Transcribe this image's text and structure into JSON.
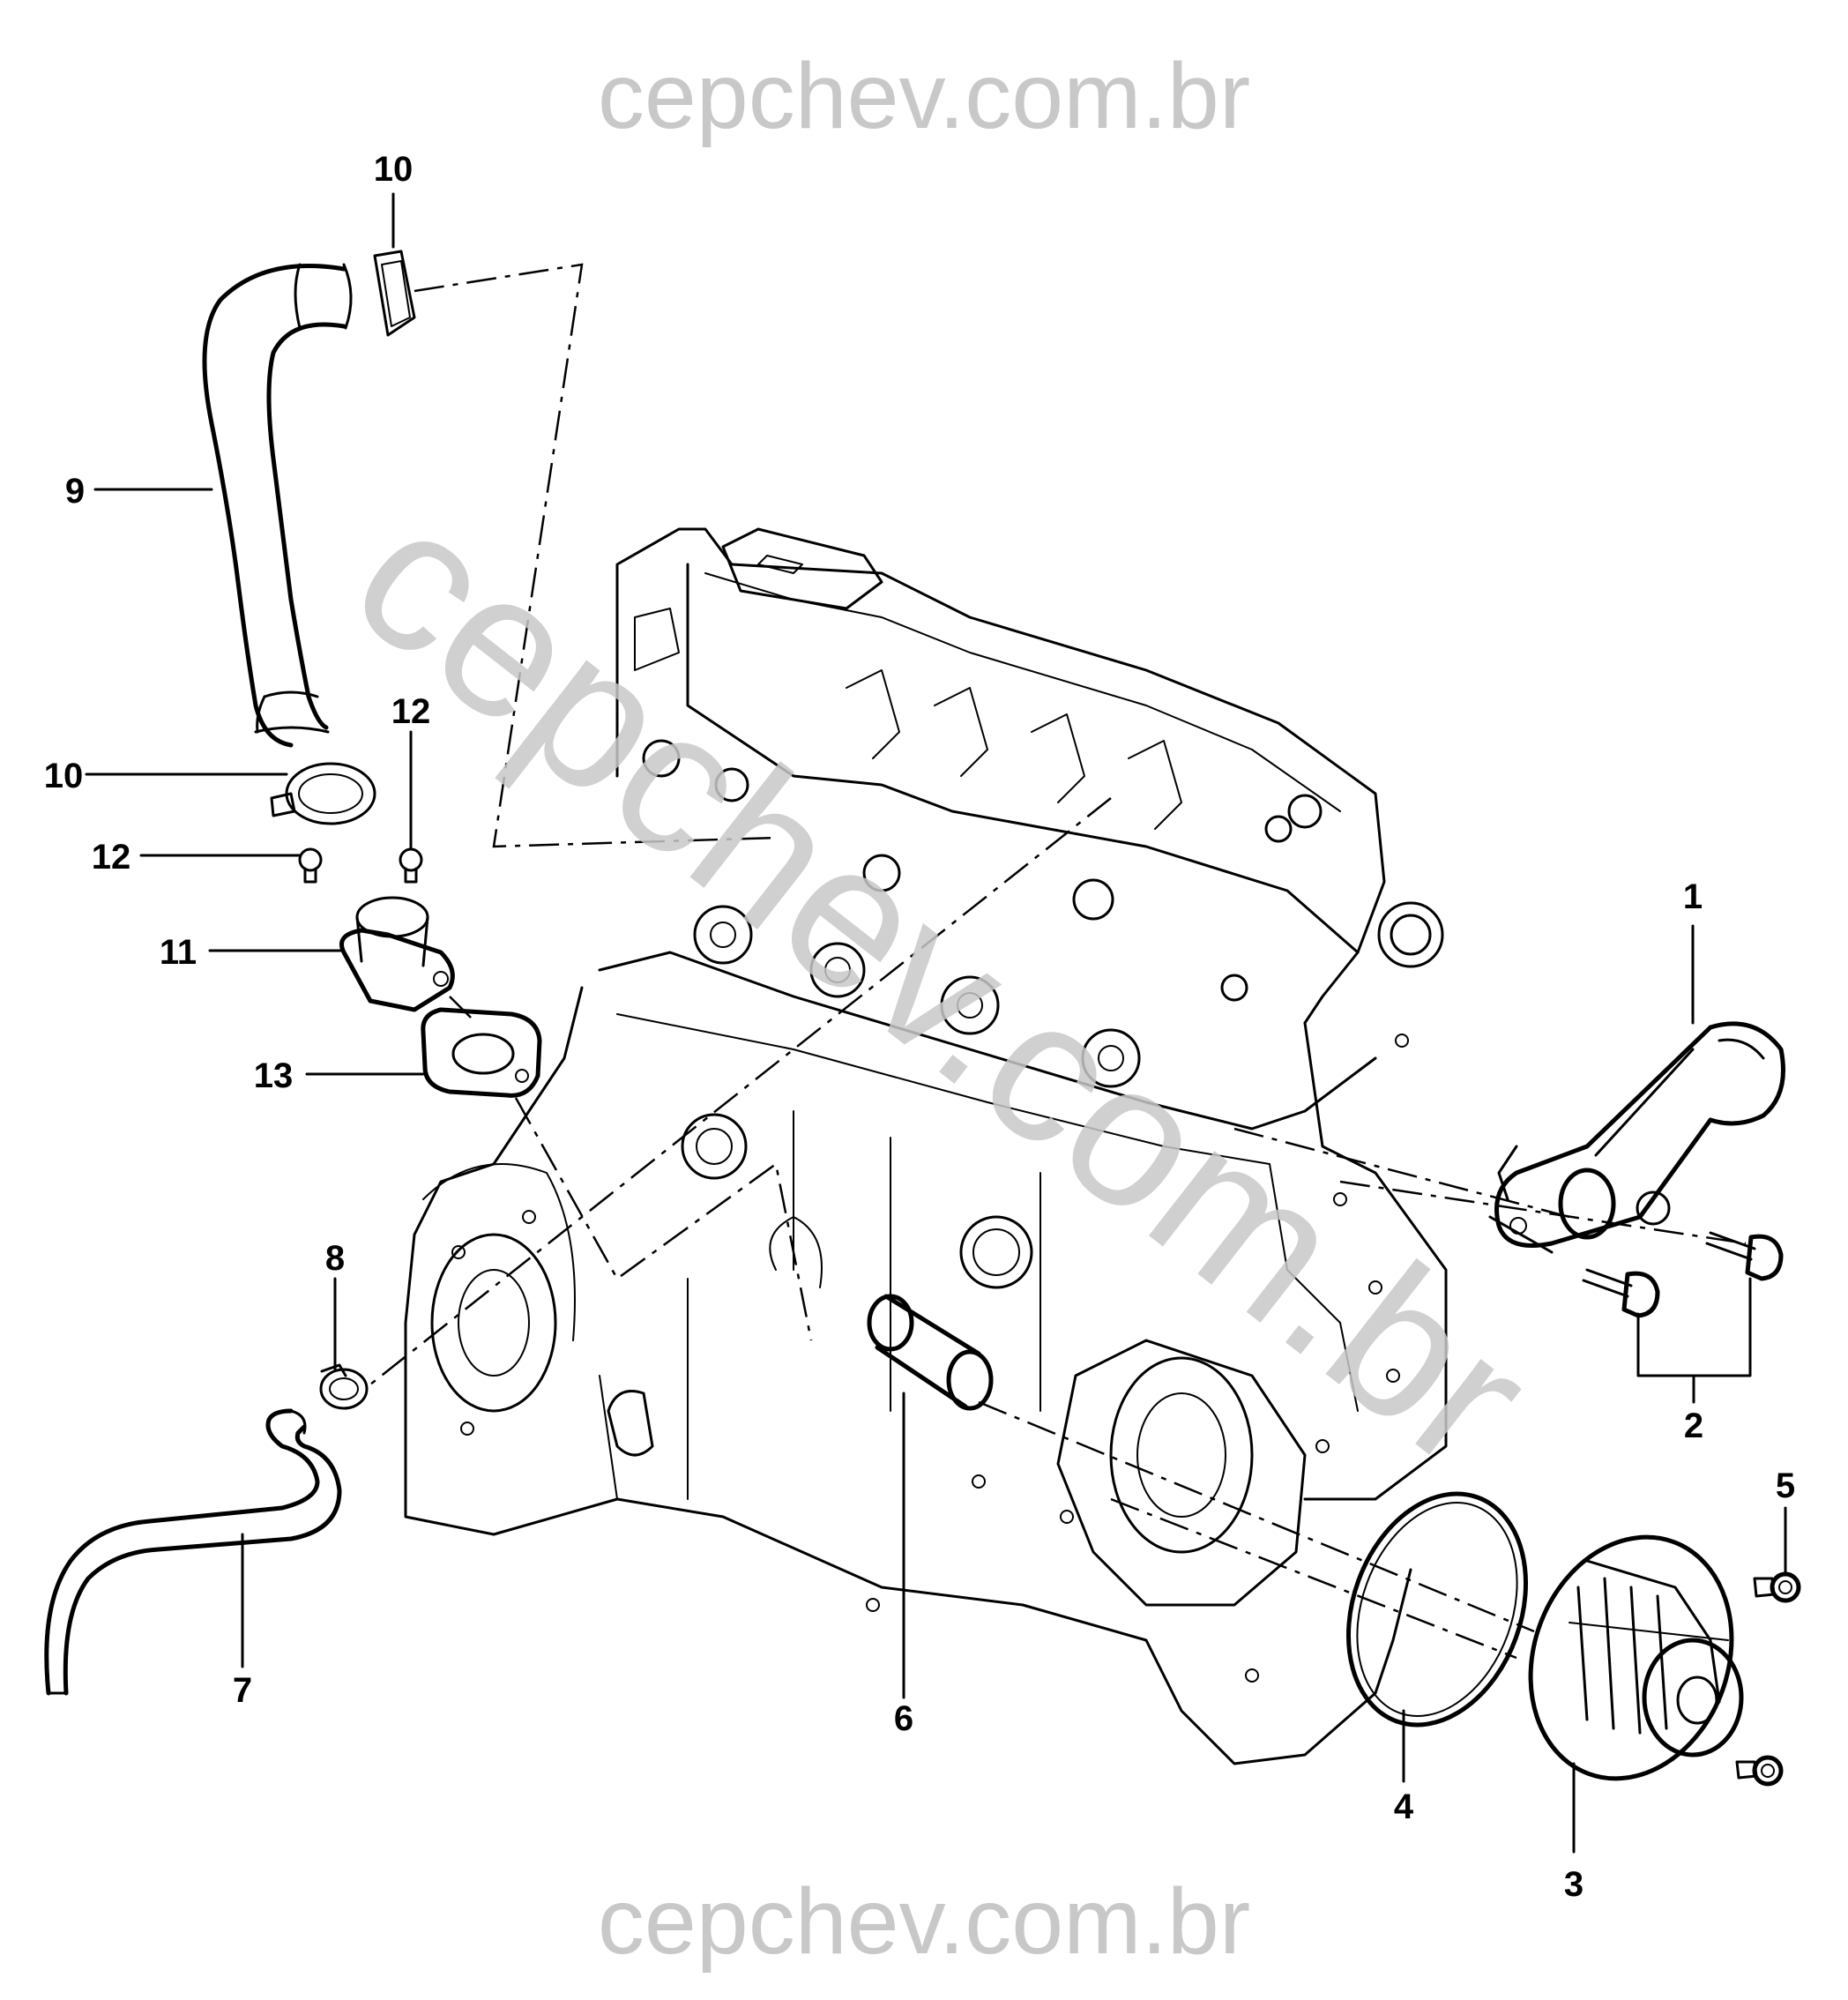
{
  "watermark": {
    "top": "cepchev.com.br",
    "bottom": "cepchev.com.br",
    "diagonal": "cepchev.com.br"
  },
  "callouts": {
    "p1": "1",
    "p2": "2",
    "p3": "3",
    "p4": "4",
    "p5": "5",
    "p6": "6",
    "p7": "7",
    "p8": "8",
    "p9": "9",
    "p10a": "10",
    "p10b": "10",
    "p11": "11",
    "p12a": "12",
    "p12b": "12",
    "p13": "13"
  },
  "colors": {
    "line": "#000000",
    "watermark": "#c8c8c8",
    "background": "#ffffff"
  }
}
